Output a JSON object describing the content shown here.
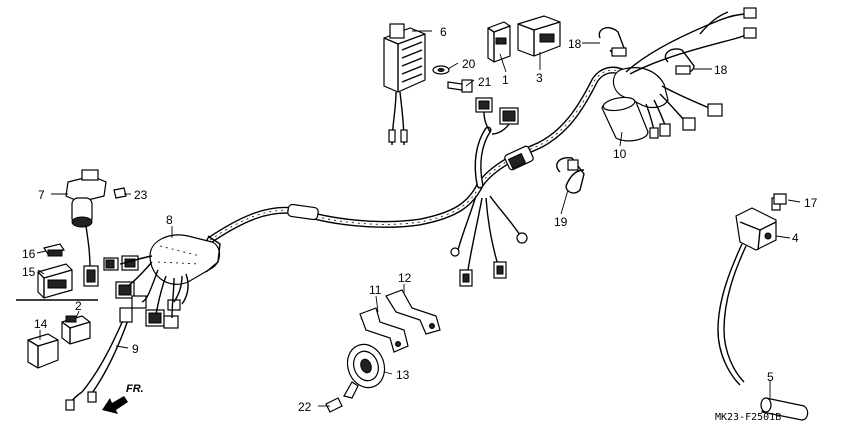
{
  "diagram": {
    "code": "MK23-F2501B",
    "direction_label": "FR.",
    "callouts": {
      "c1": "1",
      "c2": "2",
      "c3": "3",
      "c4": "4",
      "c5": "5",
      "c6": "6",
      "c7": "7",
      "c8": "8",
      "c9": "9",
      "c10": "10",
      "c11": "11",
      "c12": "12",
      "c13": "13",
      "c14": "14",
      "c15": "15",
      "c16": "16",
      "c17": "17",
      "c18a": "18",
      "c18b": "18",
      "c19": "19",
      "c20": "20",
      "c21": "21",
      "c22": "22",
      "c23": "23"
    }
  }
}
